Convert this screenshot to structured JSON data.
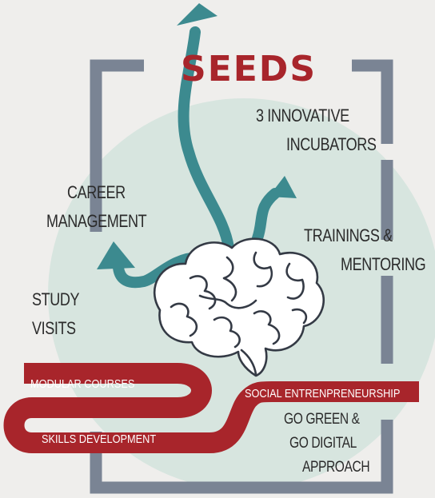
{
  "title": "SEEDS",
  "labels": {
    "incubators": [
      "3 INNOVATIVE",
      "INCUBATORS"
    ],
    "career": [
      "CAREER",
      "MANAGEMENT"
    ],
    "trainings": [
      "TRAININGS &",
      "MENTORING"
    ],
    "study": [
      "STUDY",
      "VISITS"
    ],
    "approach": [
      "GO GREEN &",
      "GO DIGITAL",
      "APPROACH"
    ]
  },
  "band": {
    "modular": "MODULAR COURSES",
    "skills": "SKILLS DEVELOPMENT",
    "social": "SOCIAL ENTRENPRENEURSHIP"
  },
  "colors": {
    "background": "#efeeec",
    "circle": "#d7e5df",
    "frame": "#7a8494",
    "arrows": "#3c8a8f",
    "brand_red": "#a8252b",
    "brain": "#343a45"
  },
  "icons": [
    "brain-icon",
    "growth-arrow-icon"
  ]
}
